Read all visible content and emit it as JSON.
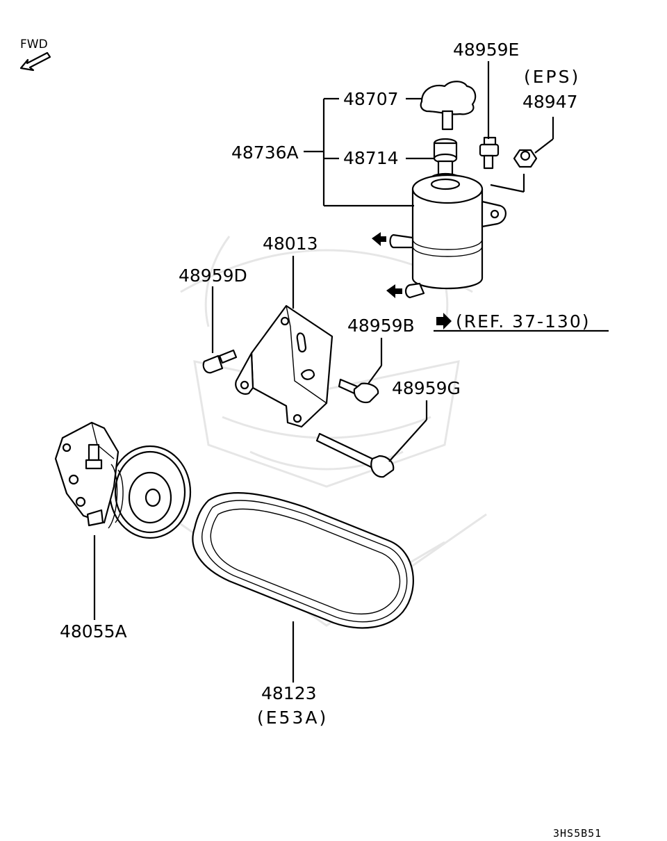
{
  "diagram": {
    "orientation_label": "FWD",
    "reference": "(REF. 37-130)",
    "footer_code": "3HS5B51",
    "parts": [
      {
        "id": "p48959E",
        "label": "48959E",
        "part": "bolt"
      },
      {
        "id": "pEPS",
        "label": "(EPS)",
        "part": "qualifier"
      },
      {
        "id": "p48707",
        "label": "48707",
        "part": "reservoir-cap"
      },
      {
        "id": "p48947",
        "label": "48947",
        "part": "nut"
      },
      {
        "id": "p48736A",
        "label": "48736A",
        "part": "reservoir-assembly"
      },
      {
        "id": "p48714",
        "label": "48714",
        "part": "filter"
      },
      {
        "id": "p48013",
        "label": "48013",
        "part": "bracket"
      },
      {
        "id": "p48959D",
        "label": "48959D",
        "part": "bolt"
      },
      {
        "id": "p48959B",
        "label": "48959B",
        "part": "bolt"
      },
      {
        "id": "p48959G",
        "label": "48959G",
        "part": "bolt"
      },
      {
        "id": "p48055A",
        "label": "48055A",
        "part": "power-steering-pump"
      },
      {
        "id": "p48123",
        "label": "48123",
        "part": "v-belt"
      },
      {
        "id": "pE53A",
        "label": "(E53A)",
        "part": "qualifier"
      }
    ]
  }
}
